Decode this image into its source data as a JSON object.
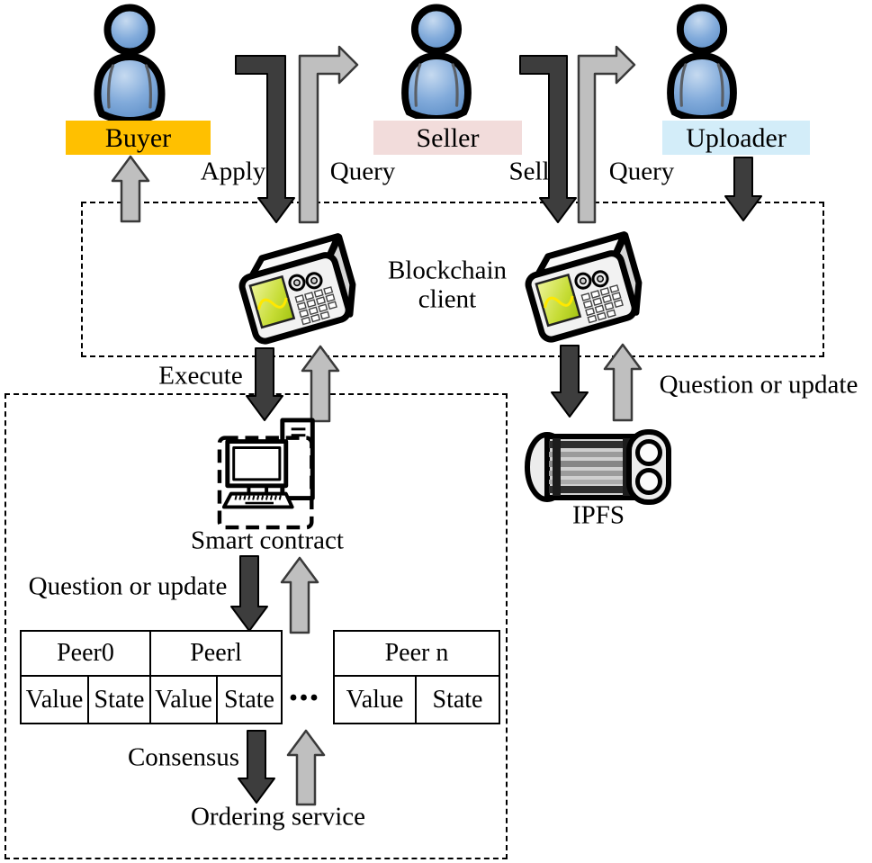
{
  "actors": {
    "buyer": "Buyer",
    "seller": "Seller",
    "uploader": "Uploader"
  },
  "labels": {
    "apply": "Apply",
    "query_buyer": "Query",
    "sell": "Sell",
    "query_seller": "Query",
    "blockchain_client": "Blockchain client",
    "execute": "Execute",
    "question_or_update_ipfs": "Question or update",
    "ipfs": "IPFS",
    "smart_contract": "Smart contract",
    "question_or_update_peers": "Question or update",
    "consensus": "Consensus",
    "ordering_service": "Ordering service",
    "ellipsis": "..."
  },
  "peer_tables": {
    "left": {
      "headers": [
        "Peer0",
        "Peerl"
      ],
      "cells": [
        "Value",
        "State",
        "Value",
        "State"
      ]
    },
    "right": {
      "headers": [
        "Peer n"
      ],
      "cells": [
        "Value",
        "State"
      ]
    }
  },
  "colors": {
    "buyer_bg": "#FFC000",
    "seller_bg": "#F2DCDB",
    "uploader_bg": "#D3EDF9",
    "arrow_dark": "#3D3D3D",
    "arrow_gray": "#BFBFBF",
    "person_blue": "#6E9DD4",
    "client_screen_green": "#C3DE3A"
  }
}
